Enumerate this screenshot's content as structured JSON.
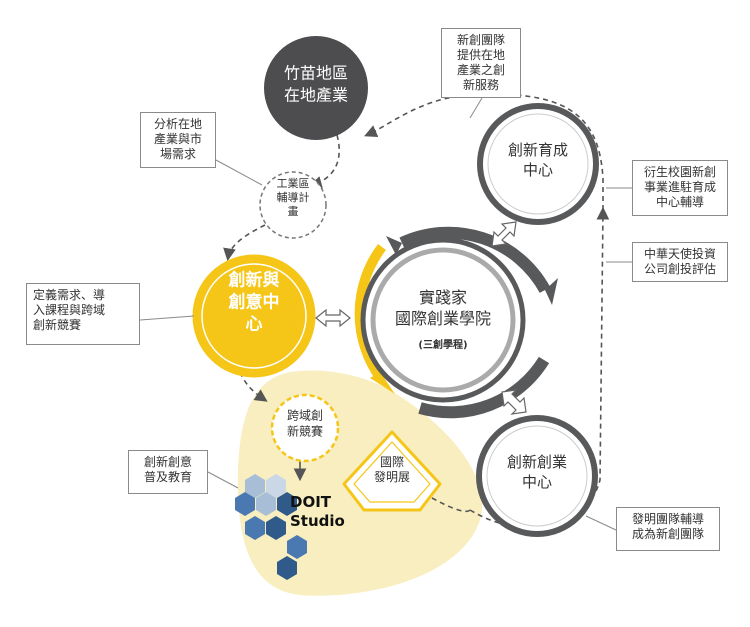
{
  "nodes": {
    "local_industry": "竹苗地區\n在地產業",
    "industrial_plan": "工業區\n輔導計\n畫",
    "incubation_center": "創新育成\n中心",
    "innovation_center": "創新與\n創意中\n心",
    "academy_title": "實踐家\n國際創業學院",
    "academy_subtitle": "(三創學程)",
    "startup_center": "創新創業\n中心",
    "cross_domain_competition": "跨域創\n新競賽",
    "invention_expo": "國際\n發明展",
    "doit_studio": "DOIT\nStudio"
  },
  "callouts": {
    "startup_teams_service": "新創團隊\n提供在地\n產業之創\n新服務",
    "analyze_market": "分析在地\n產業與市\n場需求",
    "campus_startups": "衍生校園新創\n事業進駐育成\n中心輔導",
    "angel_investment": "中華天使投資\n公司創投評估",
    "define_needs": "定義需求、導\n入課程與跨域\n創新競賽",
    "education": "創新創意\n普及教育",
    "invention_teams": "發明團隊輔導\n成為新創團隊"
  },
  "colors": {
    "dark_circle": "#4d4d4f",
    "yellow": "#f5c518",
    "yellow_zone": "#f8eec0",
    "gray_ring": "#58595b",
    "blue_dark": "#2f5a8a",
    "blue_mid": "#4a78b0",
    "blue_light": "#a7bed6"
  }
}
